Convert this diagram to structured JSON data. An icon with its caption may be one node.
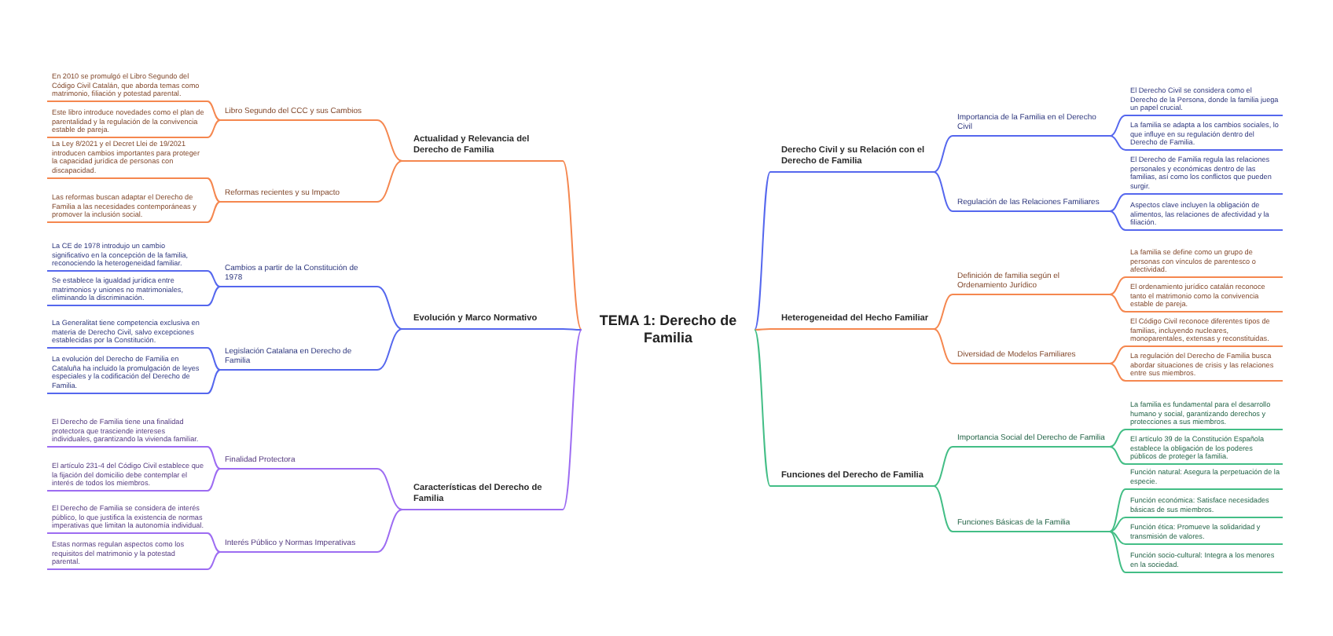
{
  "diagram": {
    "nodes": [
      {
        "text": [
          "TEMA 1: Derecho de Familia"
        ]
      },
      {
        "text": [
          "Actualidad y Relevancia del Derecho de Familia"
        ]
      },
      {
        "text": [
          "Libro Segundo del CCC y sus Cambios"
        ]
      },
      {
        "text": [
          "En 2010 se promulgó el Libro Segundo del Código Civil Catalán, que aborda temas como matrimonio, filiación y potestad parental."
        ]
      },
      {
        "text": [
          "Este libro introduce novedades como el plan de parentalidad y la regulación de la convivencia estable de pareja."
        ]
      },
      {
        "text": [
          "Reformas recientes y su Impacto"
        ]
      },
      {
        "text": [
          "La Ley 8/2021 y el Decret Llei de 19/2021 introducen cambios importantes para proteger la capacidad jurídica de personas con discapacidad."
        ]
      },
      {
        "text": [
          "Las reformas buscan adaptar el Derecho de Familia a las necesidades contemporáneas y promover la inclusión social."
        ]
      },
      {
        "text": [
          "Evolución y Marco Normativo"
        ]
      },
      {
        "text": [
          "Cambios a partir de la Constitución de 1978"
        ]
      },
      {
        "text": [
          "La CE de 1978 introdujo un cambio significativo en la concepción de la familia, reconociendo la heterogeneidad familiar."
        ]
      },
      {
        "text": [
          "Se establece la igualdad jurídica entre matrimonios y uniones no matrimoniales, eliminando la discriminación."
        ]
      },
      {
        "text": [
          "Legislación Catalana en Derecho de Familia"
        ]
      },
      {
        "text": [
          "La Generalitat tiene competencia exclusiva en materia de Derecho Civil, salvo excepciones establecidas por la Constitución."
        ]
      },
      {
        "text": [
          "La evolución del Derecho de Familia en Cataluña ha incluido la promulgación de leyes especiales y la codificación del Derecho de Familia."
        ]
      },
      {
        "text": [
          "Características del Derecho de Familia"
        ]
      },
      {
        "text": [
          "Finalidad Protectora"
        ]
      },
      {
        "text": [
          "El Derecho de Familia tiene una finalidad protectora que trasciende intereses individuales, garantizando la vivienda familiar."
        ]
      },
      {
        "text": [
          "El artículo 231-4 del Código Civil establece que la fijación del domicilio debe contemplar el interés de todos los miembros."
        ]
      },
      {
        "text": [
          "Interés Público y Normas Imperativas"
        ]
      },
      {
        "text": [
          "El Derecho de Familia se considera de interés público, lo que justifica la existencia de normas imperativas que limitan la autonomía individual."
        ]
      },
      {
        "text": [
          "Estas normas regulan aspectos como los requisitos del matrimonio y la potestad parental."
        ]
      },
      {
        "text": [
          "Derecho Civil y su Relación con el Derecho de Familia"
        ]
      },
      {
        "text": [
          "Importancia de la Familia en el Derecho Civil"
        ]
      },
      {
        "text": [
          "El Derecho Civil se considera como el Derecho de la Persona, donde la familia juega un papel crucial."
        ]
      },
      {
        "text": [
          "La familia se adapta a los cambios sociales, lo que influye en su regulación dentro del Derecho de Familia."
        ]
      },
      {
        "text": [
          "Regulación de las Relaciones Familiares"
        ]
      },
      {
        "text": [
          "El Derecho de Familia regula las relaciones personales y económicas dentro de las familias, así como los conflictos que pueden surgir."
        ]
      },
      {
        "text": [
          "Aspectos clave incluyen la obligación de alimentos, las relaciones de afectividad y la filiación."
        ]
      },
      {
        "text": [
          "Heterogeneidad del Hecho Familiar"
        ]
      },
      {
        "text": [
          "Definición de familia según el Ordenamiento Jurídico"
        ]
      },
      {
        "text": [
          "La familia se define como un grupo de personas con vínculos de parentesco o afectividad."
        ]
      },
      {
        "text": [
          "El ordenamiento jurídico catalán reconoce tanto el matrimonio como la convivencia estable de pareja."
        ]
      },
      {
        "text": [
          "Diversidad de Modelos Familiares"
        ]
      },
      {
        "text": [
          "El Código Civil reconoce diferentes tipos de familias, incluyendo nucleares, monoparentales, extensas y reconstituidas."
        ]
      },
      {
        "text": [
          "La regulación del Derecho de Familia busca abordar situaciones de crisis y las relaciones entre sus miembros."
        ]
      },
      {
        "text": [
          "Funciones del Derecho de Familia"
        ]
      },
      {
        "text": [
          "Importancia Social del Derecho de Familia"
        ]
      },
      {
        "text": [
          "La familia es fundamental para el desarrollo humano y social, garantizando derechos y protecciones a sus miembros."
        ]
      },
      {
        "text": [
          "El artículo 39 de la Constitución Española establece la obligación de los poderes públicos de proteger la familia."
        ]
      },
      {
        "text": [
          "Funciones Básicas de la Familia"
        ]
      },
      {
        "text": [
          "Función natural: Asegura la perpetuación de la especie."
        ]
      },
      {
        "text": [
          "Función económica: Satisface necesidades básicas de sus miembros."
        ]
      },
      {
        "text": [
          "Función ética: Promueve la solidaridad y transmisión de valores."
        ]
      },
      {
        "text": [
          "Función socio-cultural: Integra a los menores en la sociedad."
        ]
      }
    ],
    "edges": [
      {
        "from": 0,
        "to": 1,
        "arrow": "none",
        "color": "#f5874f"
      },
      {
        "from": 1,
        "to": 2,
        "arrow": "none",
        "color": "#f5874f"
      },
      {
        "from": 2,
        "to": 3,
        "arrow": "none",
        "color": "#f5874f"
      },
      {
        "from": 2,
        "to": 4,
        "arrow": "none",
        "color": "#f5874f"
      },
      {
        "from": 1,
        "to": 5,
        "arrow": "none",
        "color": "#f5874f"
      },
      {
        "from": 5,
        "to": 6,
        "arrow": "none",
        "color": "#f5874f"
      },
      {
        "from": 5,
        "to": 7,
        "arrow": "none",
        "color": "#f5874f"
      },
      {
        "from": 0,
        "to": 8,
        "arrow": "none",
        "color": "#5567ee"
      },
      {
        "from": 8,
        "to": 9,
        "arrow": "none",
        "color": "#5567ee"
      },
      {
        "from": 9,
        "to": 10,
        "arrow": "none",
        "color": "#5567ee"
      },
      {
        "from": 9,
        "to": 11,
        "arrow": "none",
        "color": "#5567ee"
      },
      {
        "from": 8,
        "to": 12,
        "arrow": "none",
        "color": "#5567ee"
      },
      {
        "from": 12,
        "to": 13,
        "arrow": "none",
        "color": "#5567ee"
      },
      {
        "from": 12,
        "to": 14,
        "arrow": "none",
        "color": "#5567ee"
      },
      {
        "from": 0,
        "to": 15,
        "arrow": "none",
        "color": "#9d6cf2"
      },
      {
        "from": 15,
        "to": 16,
        "arrow": "none",
        "color": "#9d6cf2"
      },
      {
        "from": 16,
        "to": 17,
        "arrow": "none",
        "color": "#9d6cf2"
      },
      {
        "from": 16,
        "to": 18,
        "arrow": "none",
        "color": "#9d6cf2"
      },
      {
        "from": 15,
        "to": 19,
        "arrow": "none",
        "color": "#9d6cf2"
      },
      {
        "from": 19,
        "to": 20,
        "arrow": "none",
        "color": "#9d6cf2"
      },
      {
        "from": 19,
        "to": 21,
        "arrow": "none",
        "color": "#9d6cf2"
      },
      {
        "from": 0,
        "to": 22,
        "arrow": "none",
        "color": "#5567ee"
      },
      {
        "from": 22,
        "to": 23,
        "arrow": "none",
        "color": "#5567ee"
      },
      {
        "from": 23,
        "to": 24,
        "arrow": "none",
        "color": "#5567ee"
      },
      {
        "from": 23,
        "to": 25,
        "arrow": "none",
        "color": "#5567ee"
      },
      {
        "from": 22,
        "to": 26,
        "arrow": "none",
        "color": "#5567ee"
      },
      {
        "from": 26,
        "to": 27,
        "arrow": "none",
        "color": "#5567ee"
      },
      {
        "from": 26,
        "to": 28,
        "arrow": "none",
        "color": "#5567ee"
      },
      {
        "from": 0,
        "to": 29,
        "arrow": "none",
        "color": "#f5874f"
      },
      {
        "from": 29,
        "to": 30,
        "arrow": "none",
        "color": "#f5874f"
      },
      {
        "from": 30,
        "to": 31,
        "arrow": "none",
        "color": "#f5874f"
      },
      {
        "from": 30,
        "to": 32,
        "arrow": "none",
        "color": "#f5874f"
      },
      {
        "from": 29,
        "to": 33,
        "arrow": "none",
        "color": "#f5874f"
      },
      {
        "from": 33,
        "to": 34,
        "arrow": "none",
        "color": "#f5874f"
      },
      {
        "from": 33,
        "to": 35,
        "arrow": "none",
        "color": "#f5874f"
      },
      {
        "from": 0,
        "to": 36,
        "arrow": "none",
        "color": "#43be86"
      },
      {
        "from": 36,
        "to": 37,
        "arrow": "none",
        "color": "#43be86"
      },
      {
        "from": 37,
        "to": 38,
        "arrow": "none",
        "color": "#43be86"
      },
      {
        "from": 37,
        "to": 39,
        "arrow": "none",
        "color": "#43be86"
      },
      {
        "from": 36,
        "to": 40,
        "arrow": "none",
        "color": "#43be86"
      },
      {
        "from": 40,
        "to": 41,
        "arrow": "none",
        "color": "#43be86"
      },
      {
        "from": 40,
        "to": 42,
        "arrow": "none",
        "color": "#43be86"
      },
      {
        "from": 40,
        "to": 43,
        "arrow": "none",
        "color": "#43be86"
      },
      {
        "from": 40,
        "to": 44,
        "arrow": "none",
        "color": "#43be86"
      }
    ]
  }
}
